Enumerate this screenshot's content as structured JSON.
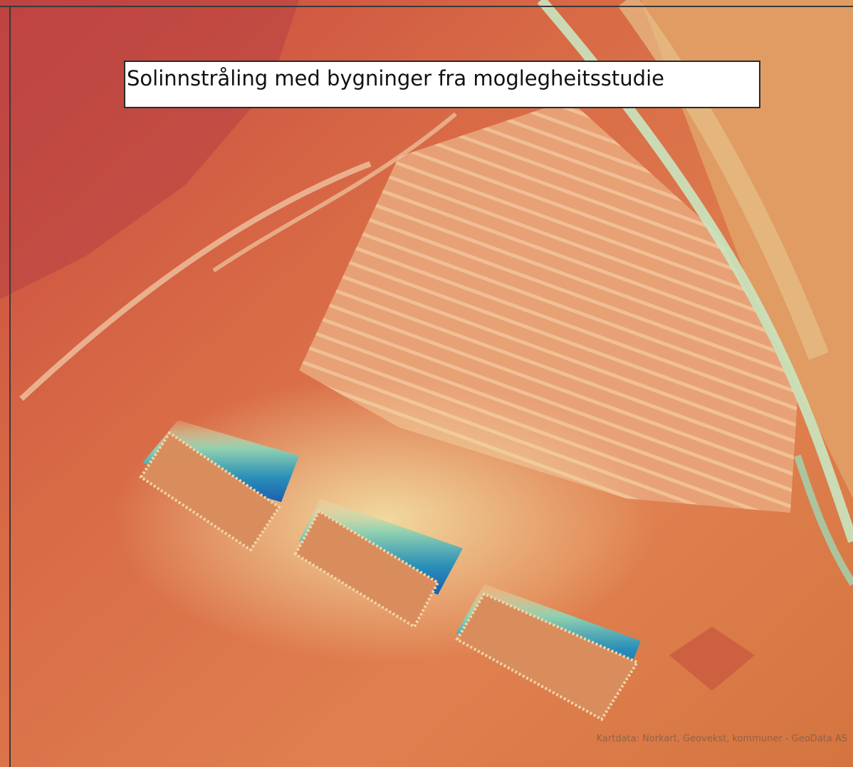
{
  "map": {
    "title": "Solinnstråling med bygninger fra moglegheitsstudie",
    "attribution": "Kartdata: Norkart, Geovekst, kommuner - GeoData AS",
    "colors": {
      "high_irradiance": "#d9693f",
      "mid_irradiance": "#e9a87a",
      "low_irradiance": "#1e6fb8",
      "transition": "#bfe0b6",
      "building_roof": "#d98c5c",
      "road": "#c9e6c0"
    },
    "features": [
      {
        "type": "building",
        "label": "building-west"
      },
      {
        "type": "building",
        "label": "building-middle"
      },
      {
        "type": "building",
        "label": "building-east"
      },
      {
        "type": "road",
        "label": "road-east"
      },
      {
        "type": "field",
        "label": "striped-field"
      }
    ]
  }
}
